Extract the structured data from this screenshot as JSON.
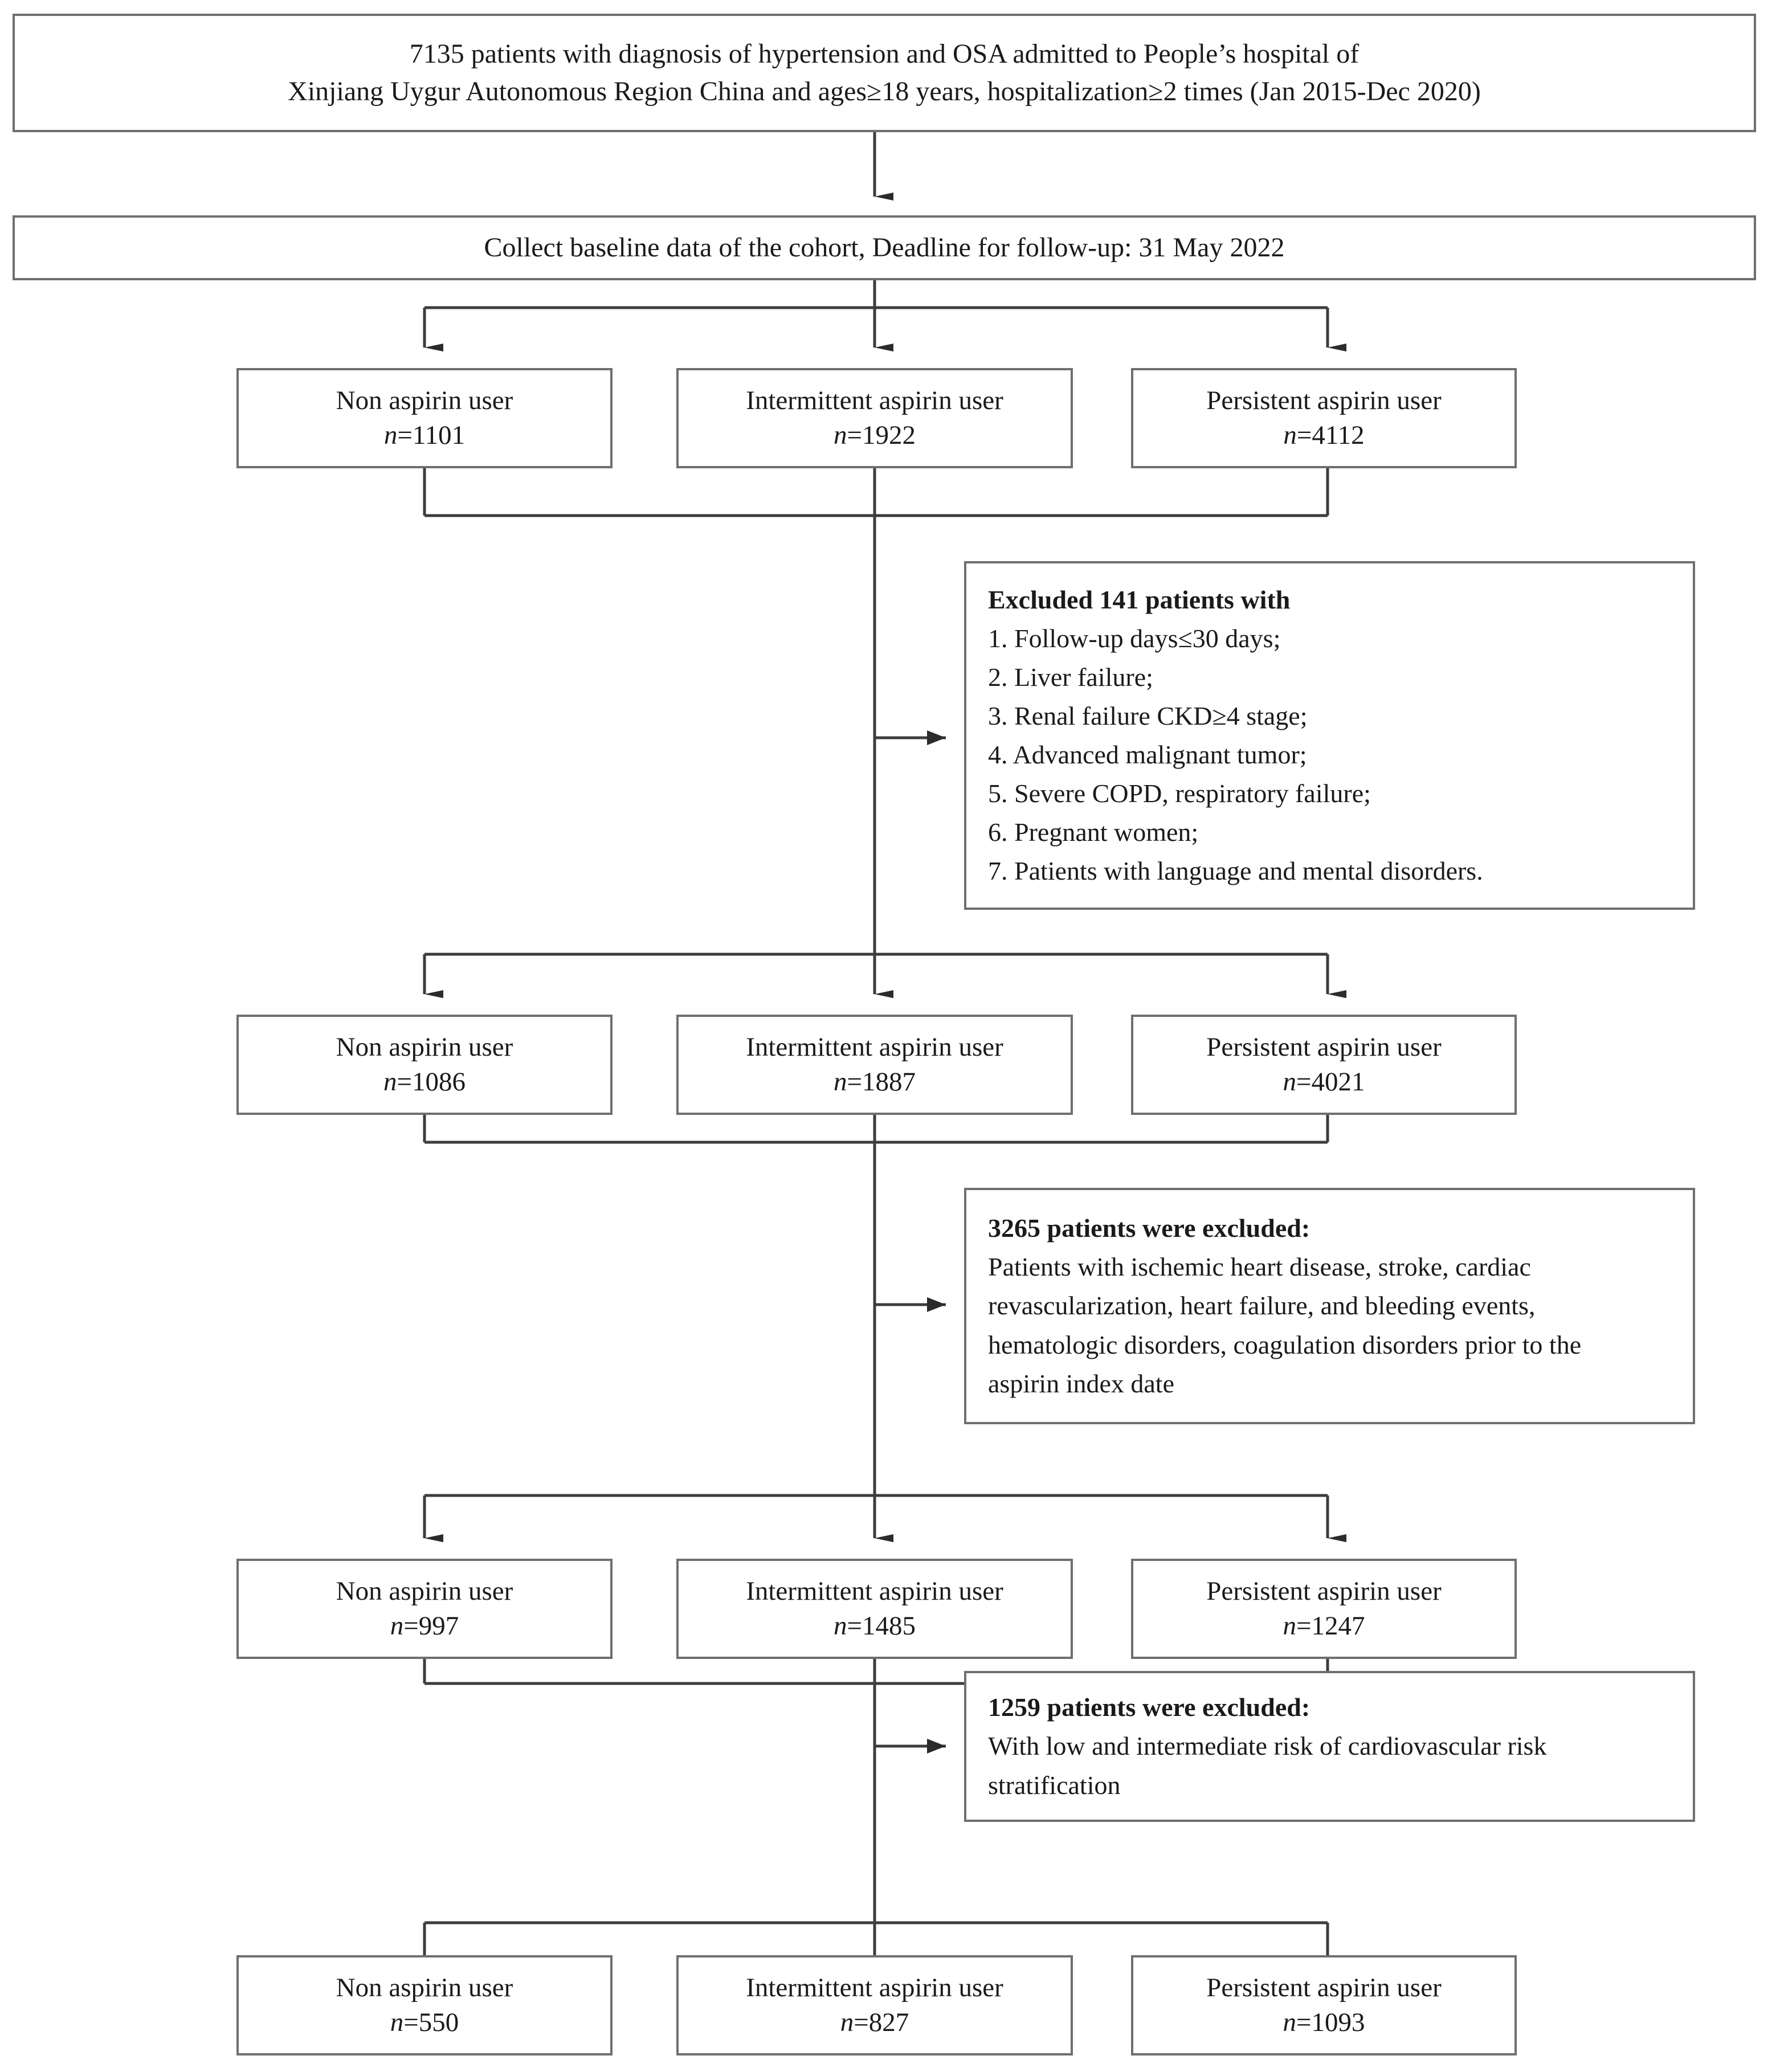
{
  "diagram": {
    "title": "Study cohort selection flow diagram",
    "colors": {
      "box_border": "#6f6f6f",
      "connector": "#3c3c3c",
      "text": "#1a1a1a",
      "background": "#ffffff"
    },
    "top_box": {
      "line1": "7135 patients with diagnosis of hypertension and OSA admitted to People’s hospital of",
      "line2": "Xinjiang Uygur Autonomous Region China and ages≥18 years, hospitalization≥2 times (Jan 2015-Dec 2020)"
    },
    "baseline_box": {
      "line1": "Collect baseline data of the cohort, Deadline for follow-up: 31 May 2022"
    },
    "group_rows": [
      {
        "row_id": "row-1",
        "groups": [
          {
            "label": "Non aspirin user",
            "n_prefix": "n",
            "n_text": "=1101"
          },
          {
            "label": "Intermittent aspirin user",
            "n_prefix": "n",
            "n_text": "=1922"
          },
          {
            "label": "Persistent aspirin user",
            "n_prefix": "n",
            "n_text": "=4112"
          }
        ]
      },
      {
        "row_id": "row-2",
        "groups": [
          {
            "label": "Non aspirin user",
            "n_prefix": "n",
            "n_text": "=1086"
          },
          {
            "label": "Intermittent aspirin user",
            "n_prefix": "n",
            "n_text": "=1887"
          },
          {
            "label": "Persistent aspirin user",
            "n_prefix": "n",
            "n_text": "=4021"
          }
        ]
      },
      {
        "row_id": "row-3",
        "groups": [
          {
            "label": "Non aspirin user",
            "n_prefix": "n",
            "n_text": "=997"
          },
          {
            "label": "Intermittent aspirin user",
            "n_prefix": "n",
            "n_text": "=1485"
          },
          {
            "label": "Persistent aspirin user",
            "n_prefix": "n",
            "n_text": "=1247"
          }
        ]
      },
      {
        "row_id": "row-4",
        "groups": [
          {
            "label": "Non aspirin user",
            "n_prefix": "n",
            "n_text": "=550"
          },
          {
            "label": "Intermittent aspirin user",
            "n_prefix": "n",
            "n_text": "=827"
          },
          {
            "label": "Persistent aspirin user",
            "n_prefix": "n",
            "n_text": "=1093"
          }
        ]
      }
    ],
    "exclusion_1": {
      "title": "Excluded 141 patients with",
      "items": [
        "1. Follow-up days≤30 days;",
        "2. Liver failure;",
        "3. Renal failure CKD≥4 stage;",
        "4. Advanced malignant tumor;",
        "5. Severe COPD, respiratory failure;",
        "6. Pregnant women;",
        "7. Patients with language and mental disorders."
      ]
    },
    "exclusion_2": {
      "title": "3265 patients were excluded:",
      "items": [
        "Patients with ischemic heart disease, stroke, cardiac",
        "revascularization, heart failure, and bleeding events,",
        "hematologic disorders, coagulation disorders prior to the",
        "aspirin index date"
      ]
    },
    "exclusion_3": {
      "title": "1259 patients were excluded:",
      "items": [
        "With low and intermediate risk of cardiovascular risk",
        "stratification"
      ]
    }
  }
}
